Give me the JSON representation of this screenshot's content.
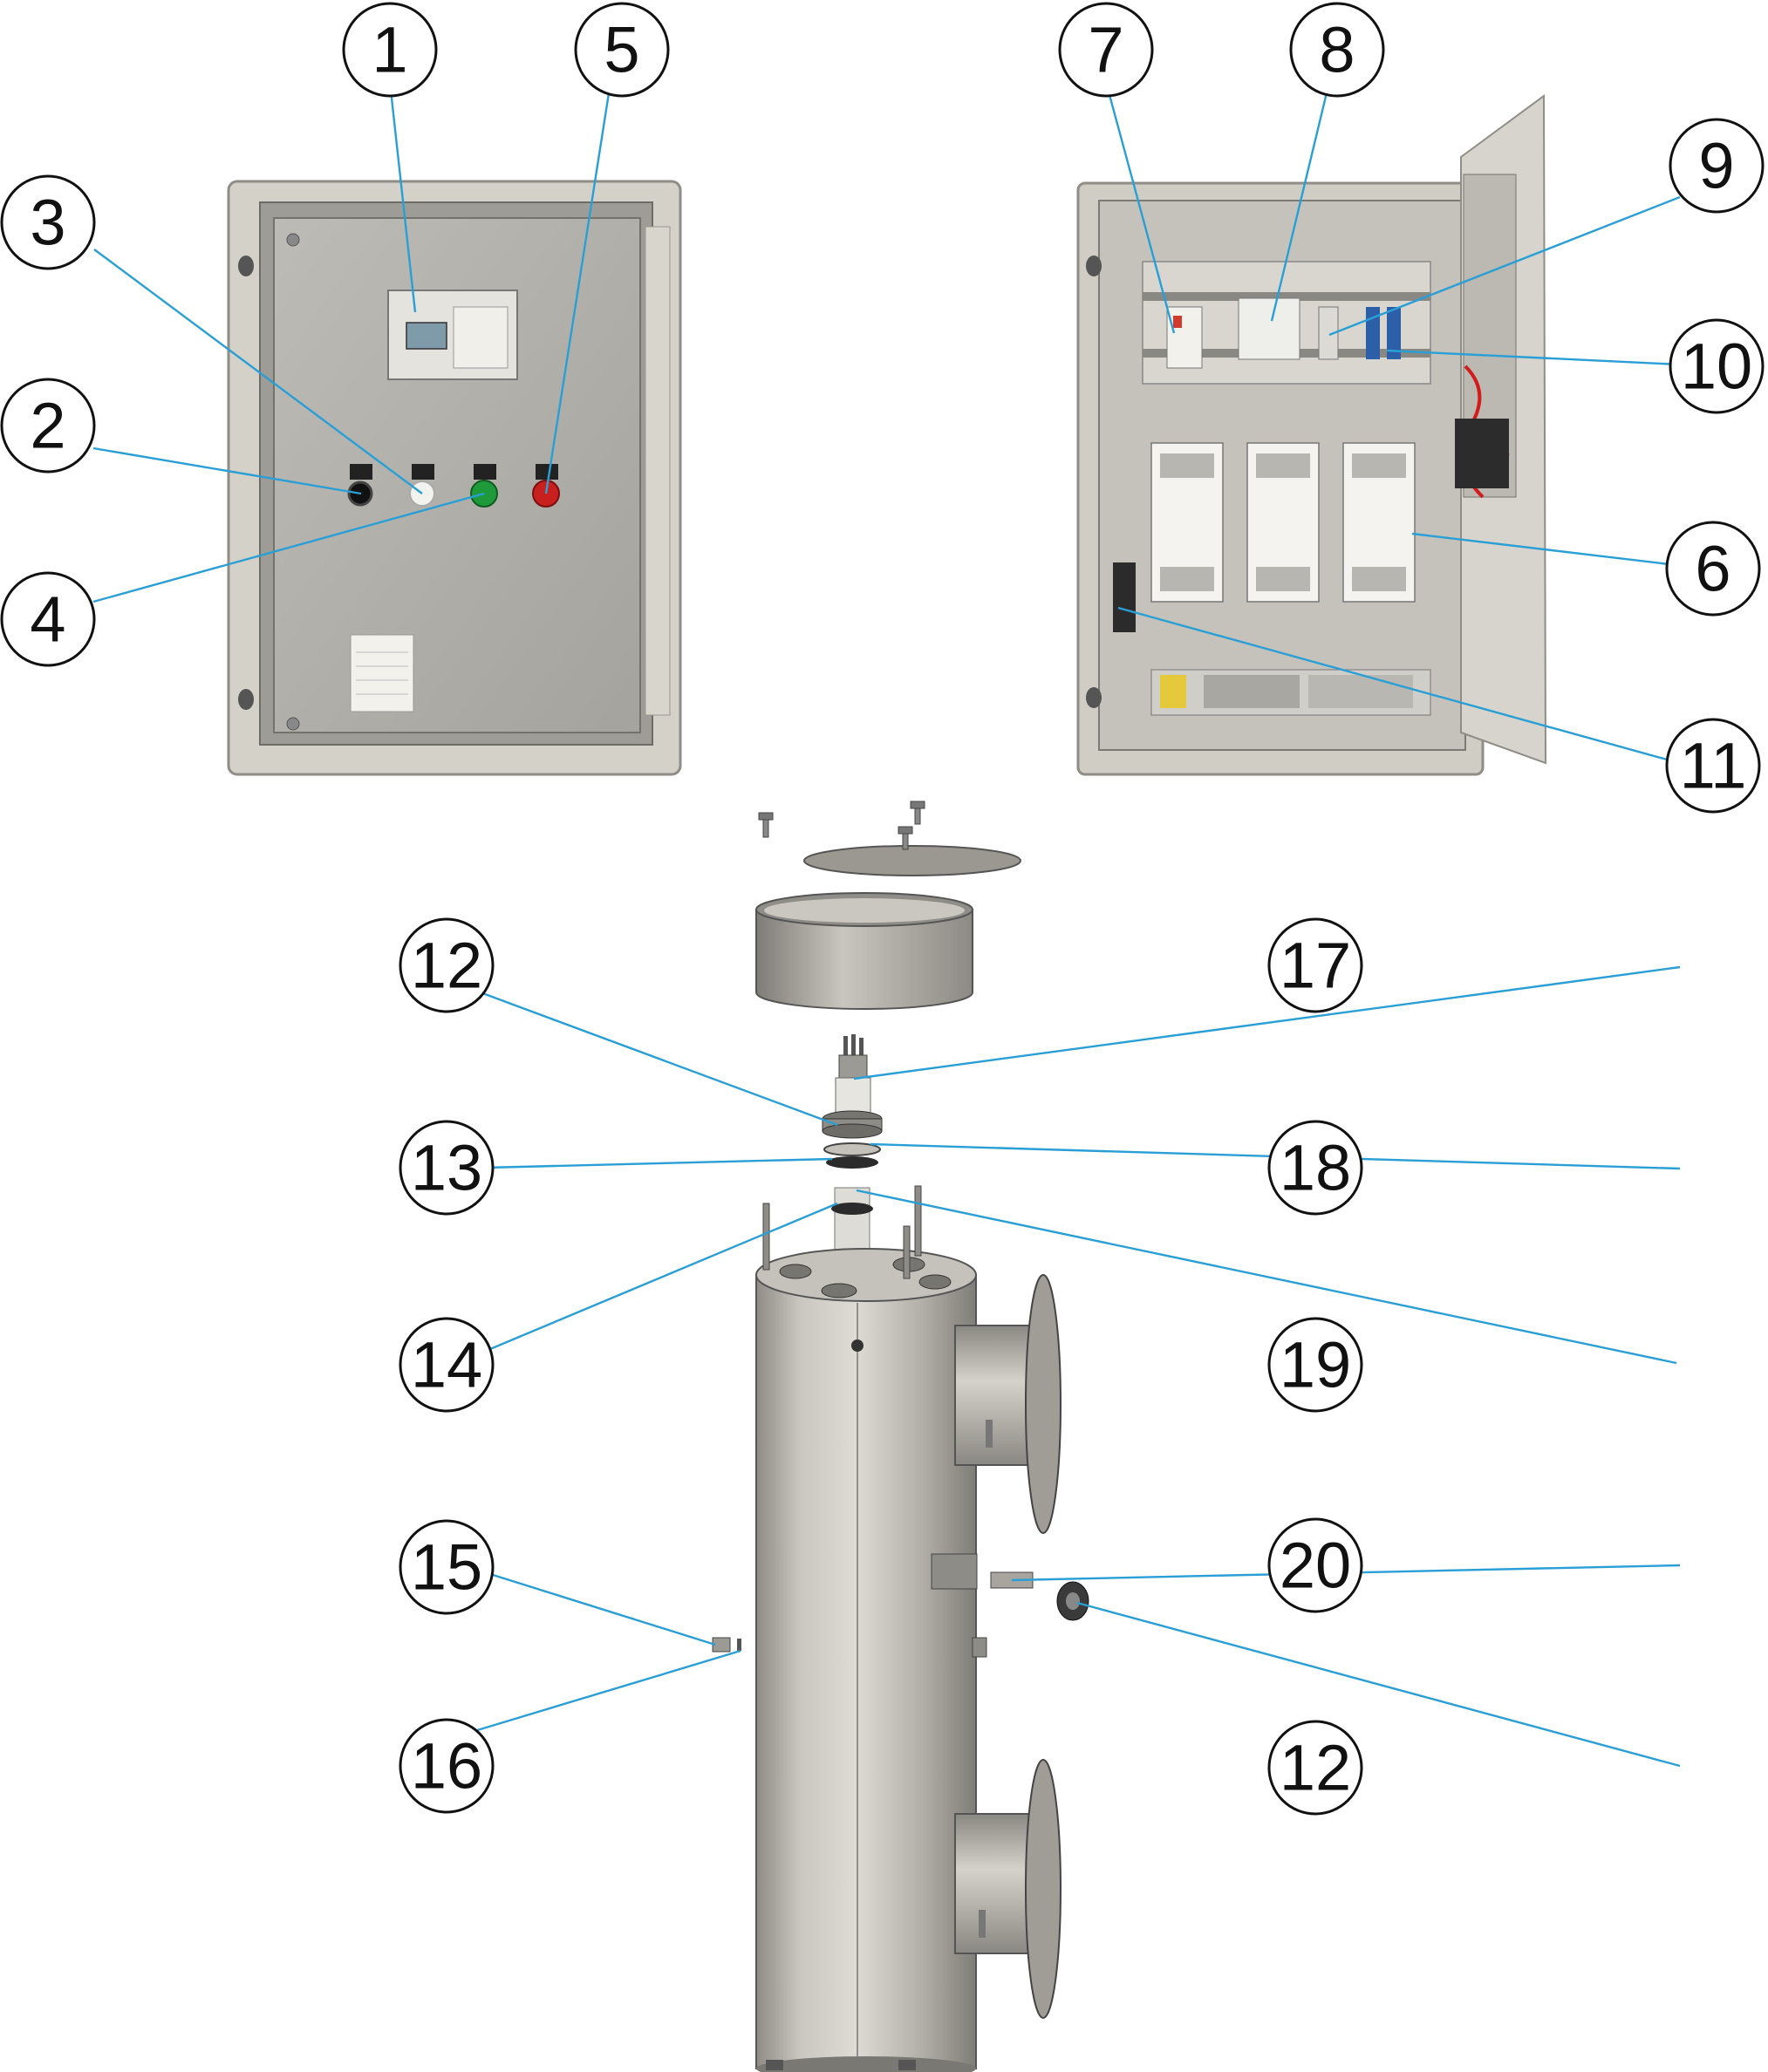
{
  "callouts": [
    {
      "id": "1",
      "label": "1"
    },
    {
      "id": "2",
      "label": "2"
    },
    {
      "id": "3",
      "label": "3"
    },
    {
      "id": "4",
      "label": "4"
    },
    {
      "id": "5",
      "label": "5"
    },
    {
      "id": "6",
      "label": "6"
    },
    {
      "id": "7",
      "label": "7"
    },
    {
      "id": "8",
      "label": "8"
    },
    {
      "id": "9",
      "label": "9"
    },
    {
      "id": "10",
      "label": "10"
    },
    {
      "id": "11",
      "label": "11"
    },
    {
      "id": "12a",
      "label": "12"
    },
    {
      "id": "12b",
      "label": "12"
    },
    {
      "id": "13",
      "label": "13"
    },
    {
      "id": "14",
      "label": "14"
    },
    {
      "id": "15",
      "label": "15"
    },
    {
      "id": "16",
      "label": "16"
    },
    {
      "id": "17",
      "label": "17"
    },
    {
      "id": "18",
      "label": "18"
    },
    {
      "id": "19",
      "label": "19"
    },
    {
      "id": "20",
      "label": "20"
    }
  ],
  "colors": {
    "leader": "#2a9fd6",
    "cabinet_frame": "#cfcdc4",
    "cabinet_panel": "#b5b3ad",
    "button_green": "#1f9a3a",
    "button_red": "#c8201e",
    "steel": "#b9b7ae"
  }
}
